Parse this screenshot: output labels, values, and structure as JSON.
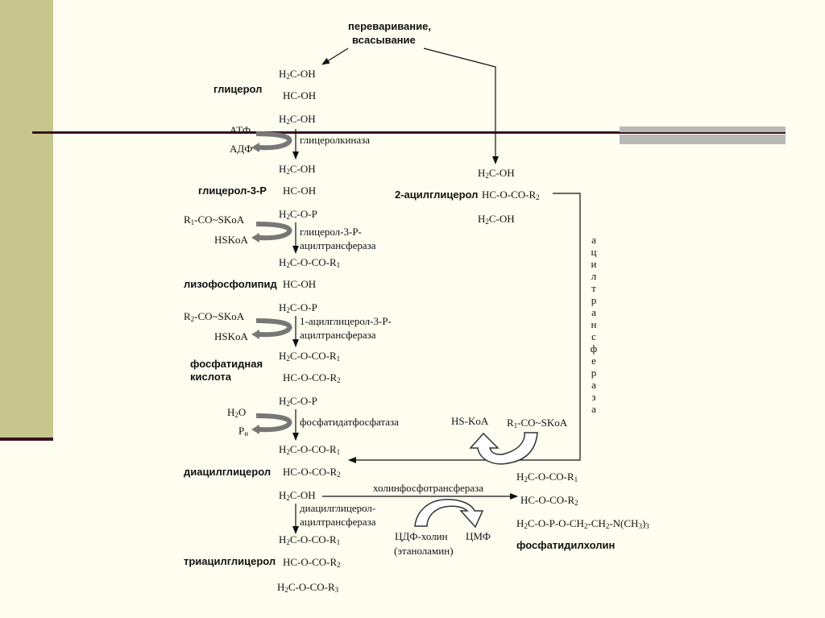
{
  "title_line1": "переваривание,",
  "title_line2": "всасывание",
  "names": {
    "glycerol": "глицерол",
    "glycerol3p": "глицерол-3-Р",
    "lysophospholipid": "лизофосфолипид",
    "phosphatidic_1": "фосфатидная",
    "phosphatidic_2": "кислота",
    "diacylglycerol": "диацилглицерол",
    "triacylglycerol": "триацилглицерол",
    "acylglycerol2": "2-ацилглицерол",
    "phosphatidylcholine": "фосфатидилхолин"
  },
  "enzymes": {
    "glycerolkinase": "глицеролкиназа",
    "g3p_at_1": "глицерол-3-Р-",
    "g3p_at_2": "ацилтрансфераза",
    "acg3p_at_1": "1-ацилглицерол-3-Р-",
    "acg3p_at_2": "ацилтрансфераза",
    "phosphatase": "фосфатидатфосфатаза",
    "dag_at_1": "диацилглицерол-",
    "dag_at_2": "ацилтрансфераза",
    "cholinephospho": "холинфосфотрансфераза",
    "acyltransferase_vertical": "ацилтрансфераза"
  },
  "cofactors": {
    "atp": "АТФ",
    "adp": "АДФ",
    "hskoa": "HSKoA",
    "h2o_h": "H",
    "h2o_2": "2",
    "h2o_o": "O",
    "pn_p": "P",
    "pn_sub": "н",
    "hs_koa": "HS-KoA",
    "cdp_choline": "ЦДФ-холин",
    "ethanolamine": "(этаноламин)",
    "cmp": "ЦМФ"
  },
  "atoms": {
    "h": "H",
    "two": "2",
    "one": "1",
    "three": "3",
    "c_oh": "C-OH",
    "hc_oh": "HC-OH",
    "c_op": "C-O-P",
    "c_oco_r": "C-O-CO-R",
    "hc_oco_r": "HC-O-CO-R",
    "r": "R",
    "co_skoa": "-CO~SKoA",
    "pc_tail_a": "C-O-P-O-CH",
    "pc_tail_b": "-CH",
    "pc_tail_c": "-N(CH",
    "pc_tail_d": ")"
  }
}
